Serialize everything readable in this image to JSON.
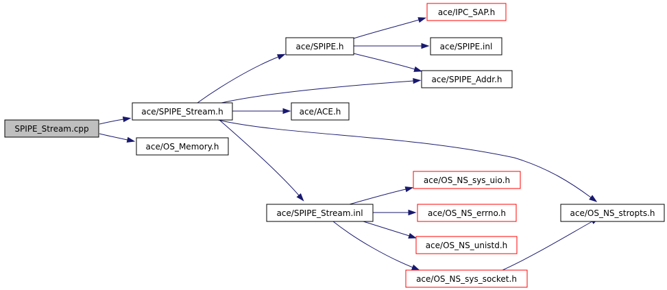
{
  "colors": {
    "edge": "#191970",
    "root_fill": "#bfbfbf",
    "external_border": "#ff0000",
    "normal_border": "#000000"
  },
  "nodes": [
    {
      "id": "spipe_stream_cpp",
      "label": "SPIPE_Stream.cpp",
      "kind": "root"
    },
    {
      "id": "spipe_stream_h",
      "label": "ace/SPIPE_Stream.h",
      "kind": "normal"
    },
    {
      "id": "os_memory_h",
      "label": "ace/OS_Memory.h",
      "kind": "normal"
    },
    {
      "id": "spipe_h",
      "label": "ace/SPIPE.h",
      "kind": "normal"
    },
    {
      "id": "ace_h",
      "label": "ace/ACE.h",
      "kind": "normal"
    },
    {
      "id": "spipe_stream_inl",
      "label": "ace/SPIPE_Stream.inl",
      "kind": "normal"
    },
    {
      "id": "ipc_sap_h",
      "label": "ace/IPC_SAP.h",
      "kind": "external"
    },
    {
      "id": "spipe_inl",
      "label": "ace/SPIPE.inl",
      "kind": "normal"
    },
    {
      "id": "spipe_addr_h",
      "label": "ace/SPIPE_Addr.h",
      "kind": "normal"
    },
    {
      "id": "os_ns_sys_uio_h",
      "label": "ace/OS_NS_sys_uio.h",
      "kind": "external"
    },
    {
      "id": "os_ns_errno_h",
      "label": "ace/OS_NS_errno.h",
      "kind": "external"
    },
    {
      "id": "os_ns_unistd_h",
      "label": "ace/OS_NS_unistd.h",
      "kind": "external"
    },
    {
      "id": "os_ns_sys_socket_h",
      "label": "ace/OS_NS_sys_socket.h",
      "kind": "external"
    },
    {
      "id": "os_ns_stropts_h",
      "label": "ace/OS_NS_stropts.h",
      "kind": "normal"
    }
  ],
  "edges": [
    {
      "from": "spipe_stream_cpp",
      "to": "spipe_stream_h"
    },
    {
      "from": "spipe_stream_cpp",
      "to": "os_memory_h"
    },
    {
      "from": "spipe_stream_h",
      "to": "spipe_h"
    },
    {
      "from": "spipe_stream_h",
      "to": "spipe_addr_h"
    },
    {
      "from": "spipe_stream_h",
      "to": "ace_h"
    },
    {
      "from": "spipe_stream_h",
      "to": "os_ns_stropts_h"
    },
    {
      "from": "spipe_stream_h",
      "to": "spipe_stream_inl"
    },
    {
      "from": "spipe_h",
      "to": "ipc_sap_h"
    },
    {
      "from": "spipe_h",
      "to": "spipe_inl"
    },
    {
      "from": "spipe_h",
      "to": "spipe_addr_h"
    },
    {
      "from": "spipe_stream_inl",
      "to": "os_ns_sys_uio_h"
    },
    {
      "from": "spipe_stream_inl",
      "to": "os_ns_errno_h"
    },
    {
      "from": "spipe_stream_inl",
      "to": "os_ns_unistd_h"
    },
    {
      "from": "spipe_stream_inl",
      "to": "os_ns_sys_socket_h"
    },
    {
      "from": "os_ns_sys_socket_h",
      "to": "os_ns_stropts_h"
    }
  ]
}
